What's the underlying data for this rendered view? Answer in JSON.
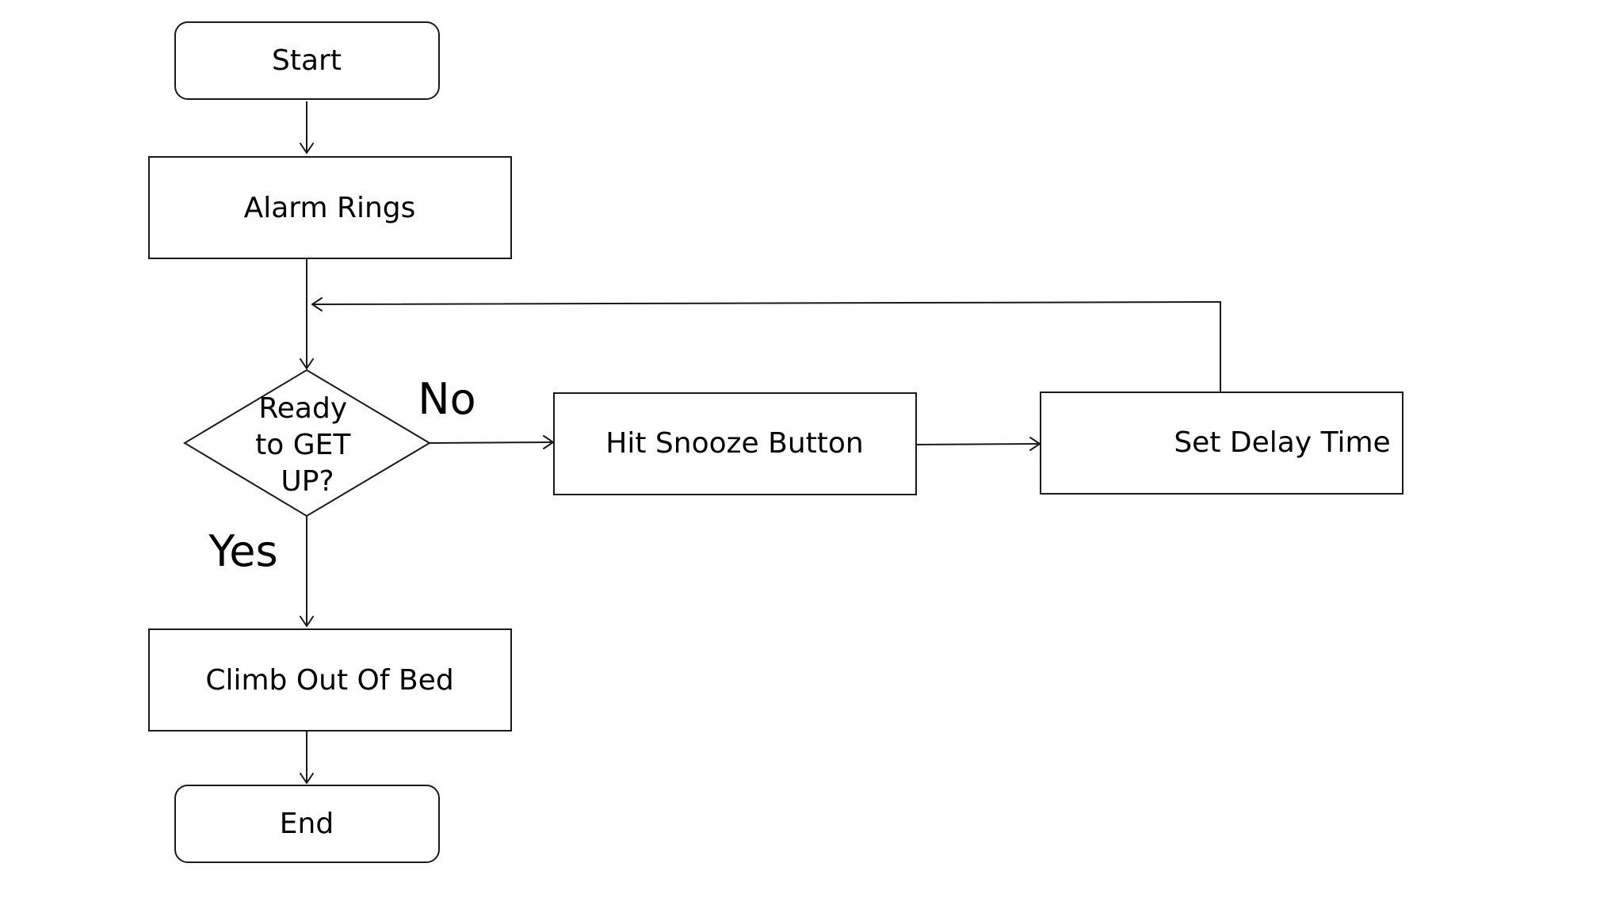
{
  "nodes": {
    "start": {
      "label": "Start"
    },
    "alarm": {
      "label": "Alarm Rings"
    },
    "decision": {
      "lines": [
        "Ready",
        "to GET",
        "UP?"
      ]
    },
    "snooze": {
      "label": "Hit Snooze Button"
    },
    "delay": {
      "label": "Set Delay Time"
    },
    "climb": {
      "label": "Climb Out Of Bed"
    },
    "end": {
      "label": "End"
    }
  },
  "branches": {
    "no": "No",
    "yes": "Yes"
  },
  "colors": {
    "stroke": "#1a1a1a",
    "text": "#000000",
    "background": "#ffffff"
  }
}
